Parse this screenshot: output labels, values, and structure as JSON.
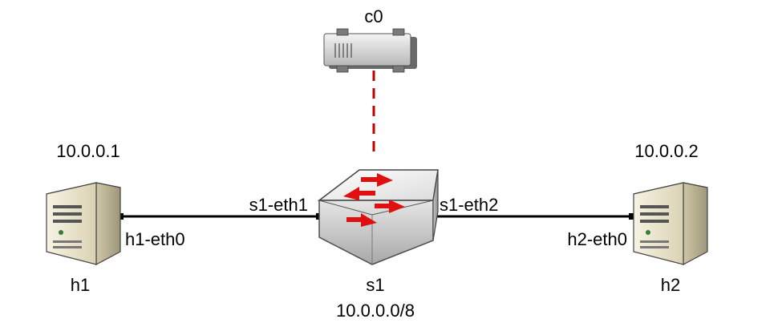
{
  "nodes": {
    "controller": {
      "name": "c0"
    },
    "switch": {
      "name": "s1",
      "subnet": "10.0.0.0/8",
      "port1": "s1-eth1",
      "port2": "s1-eth2"
    },
    "host1": {
      "name": "h1",
      "ip": "10.0.0.1",
      "interface": "h1-eth0"
    },
    "host2": {
      "name": "h2",
      "ip": "10.0.0.2",
      "interface": "h2-eth0"
    }
  },
  "colors": {
    "link": "#000000",
    "control_link": "#c00000",
    "switch_arrows": "#e01010",
    "server_body": "#e8e2c8"
  }
}
